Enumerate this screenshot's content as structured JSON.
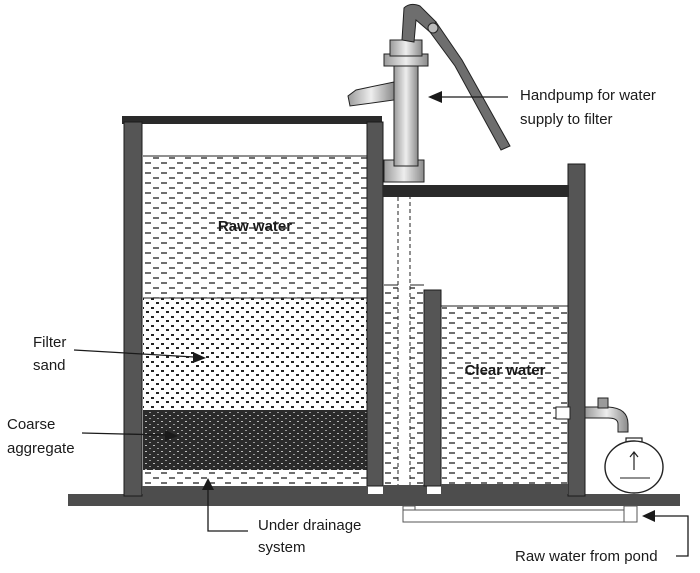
{
  "labels": {
    "raw_water": "Raw water",
    "clear_water": "Clear water",
    "filter_sand_1": "Filter",
    "filter_sand_2": "sand",
    "coarse_1": "Coarse",
    "coarse_2": "aggregate",
    "drain_1": "Under drainage",
    "drain_2": "system",
    "pump_1": "Handpump for water",
    "pump_2": "supply to filter",
    "pond": "Raw water from pond"
  },
  "colors": {
    "wall": "#555555",
    "outline": "#1a1a1a",
    "gravel": "#333333",
    "pump": "#8a8a8a"
  }
}
